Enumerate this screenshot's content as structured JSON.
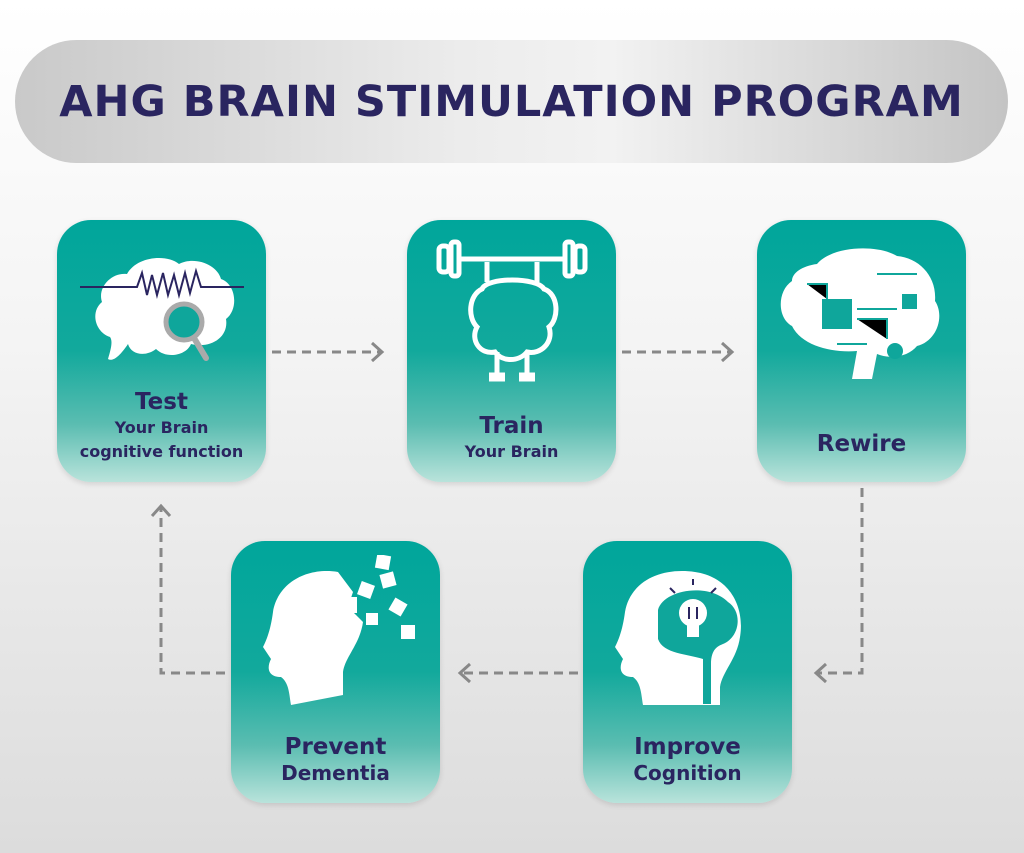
{
  "title": "AHG BRAIN STIMULATION PROGRAM",
  "steps": [
    {
      "title": "Test",
      "lines": [
        "Your Brain",
        "cognitive function"
      ],
      "icon": "brain-wave-magnifier-icon"
    },
    {
      "title": "Train",
      "lines": [
        "Your Brain"
      ],
      "icon": "brain-dumbbell-icon"
    },
    {
      "title": "Rewire",
      "lines": [],
      "icon": "circuit-brain-icon"
    },
    {
      "title": "Improve",
      "lines": [
        "Cognition"
      ],
      "icon": "head-lightbulb-icon"
    },
    {
      "title": "Prevent",
      "lines": [
        "Dementia"
      ],
      "icon": "head-puzzle-icon"
    }
  ],
  "colors": {
    "title": "#2a2560",
    "card_top": "#00a69b",
    "card_bottom": "#b9e3db",
    "arrow": "#888888"
  }
}
